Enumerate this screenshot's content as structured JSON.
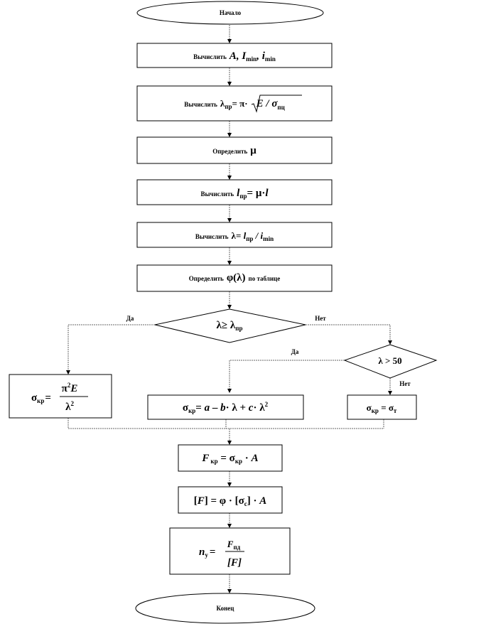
{
  "start": {
    "label": "Начало"
  },
  "end": {
    "label": "Конец"
  },
  "steps": {
    "compute_area": {
      "verb": "Вычислить",
      "expr": "A, I",
      "sub1": "min",
      "expr2": ", i",
      "sub2": "min"
    },
    "compute_lambda_pr": {
      "verb": "Вычислить",
      "lam": "λ",
      "sub": "пр",
      "eq": "= π·",
      "root": "E / σ",
      "rsub": "пц"
    },
    "determine_mu": {
      "verb": "Определить",
      "expr": "μ"
    },
    "compute_l_pr": {
      "verb": "Вычислить",
      "l": "l",
      "sub": "пр",
      "eq": "= μ·",
      "l2": "l"
    },
    "compute_lambda": {
      "verb": "Вычислить",
      "lam": "λ",
      "eq": "= l",
      "sub1": "пр",
      "div": " / i",
      "sub2": "min"
    },
    "determine_phi": {
      "verb": "Определить",
      "expr": "φ(λ)",
      "tail": "по таблице"
    }
  },
  "decision_main": {
    "lhs": "λ",
    "op": "≥ λ",
    "sub": "пр",
    "yes": "Да",
    "no": "Нет"
  },
  "decision_50": {
    "expr": "λ > 50",
    "yes": "Да",
    "no": "Нет"
  },
  "formulas": {
    "euler": {
      "sigma": "σ",
      "sub": "кр",
      "eq": "=",
      "num": "π",
      "sup": "2",
      "E": "E",
      "den": "λ",
      "densup": "2"
    },
    "yasinsky": {
      "sigma": "σ",
      "sub": "кр",
      "rhs1": "= ",
      "a": "a",
      "m1": " – ",
      "b": "b",
      "rhs2": "· λ + ",
      "c": "c",
      "rhs3": "· λ",
      "sup": "2"
    },
    "yield": {
      "sigma": "σ",
      "sub": "кр",
      "eq": " = σ",
      "sub2": "т"
    },
    "critical_force": {
      "F": "F",
      "sub": "кр",
      "eq": " = σ",
      "sub2": "кр",
      "dot": " · ",
      "A": "A"
    },
    "allowable_force": {
      "lb": "[",
      "F": "F",
      "rb": "] = φ · [σ",
      "sub": "с",
      "rb2": "] · ",
      "A": "A"
    },
    "safety": {
      "n": "n",
      "sub": "у",
      "eq": "=",
      "F": "F",
      "fsub": "пд",
      "den": "[F]"
    }
  }
}
